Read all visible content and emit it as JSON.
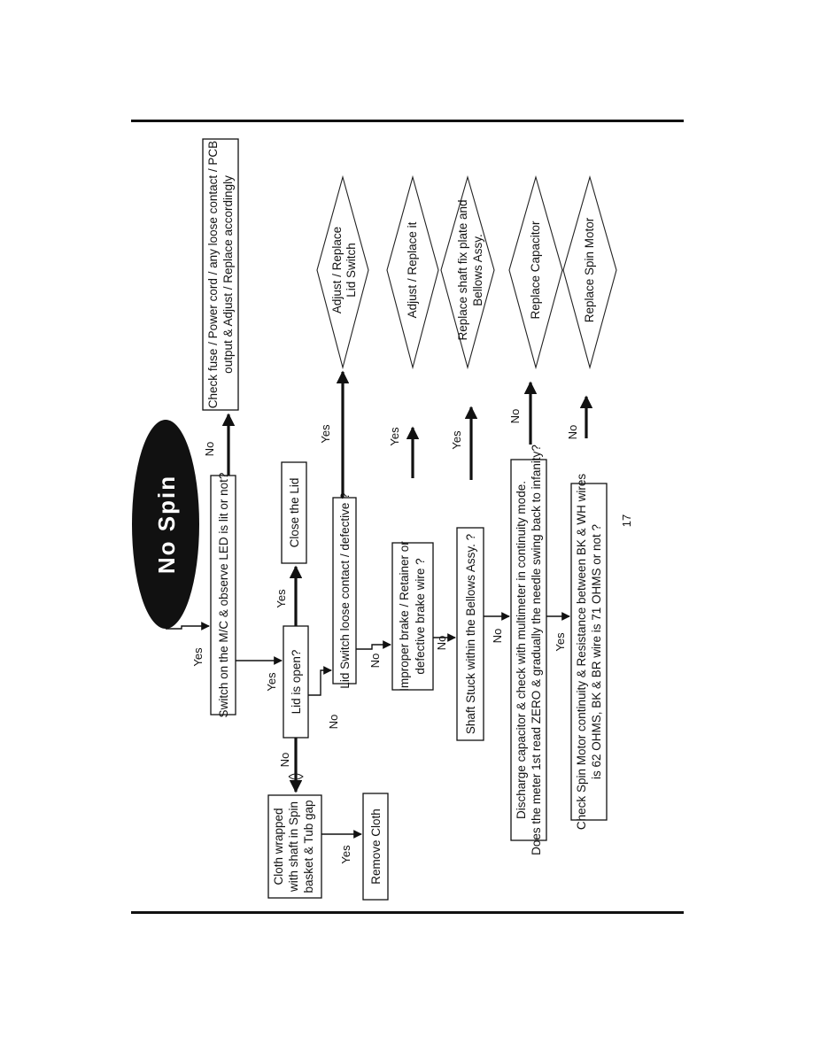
{
  "title": "No Spin",
  "page_number": "17",
  "nodes": {
    "switch_on": "Switch on the M/C & observe LED is lit or not?",
    "lid_open": "Lid is open?",
    "close_lid": "Close the Lid",
    "lid_switch": "Lid Switch loose contact / defective ?",
    "brake": [
      "Improper brake / Retainer or",
      "defective brake wire ?"
    ],
    "shaft_stuck": "Shaft Stuck within the Bellows Assy. ?",
    "capacitor": [
      "Discharge capacitor & check with multimeter in continuity mode.",
      "Does the meter 1st read ZERO & gradually the needle swing back to infanity?"
    ],
    "spin_motor_check": [
      "Check Spin Motor continuity & Resistance between BK & WH wires",
      "is 62 OHMS, BK & BR wire is 71 OHMS or not ?"
    ],
    "cloth_wrapped": [
      "Cloth wrapped",
      "with shaft in Spin",
      "basket & Tub gap"
    ],
    "remove_cloth": "Remove Cloth",
    "check_fuse": [
      "Check fuse / Power cord / any loose contact / PCB",
      "output & Adjust / Replace accordingly"
    ],
    "adjust_lid_switch": [
      "Adjust / Replace",
      "Lid Switch"
    ],
    "adjust_replace_it": "Adjust / Replace it",
    "replace_shaft": [
      "Replace shaft fix plate and",
      "Bellows Assy."
    ],
    "replace_capacitor": "Replace Capacitor",
    "replace_spin_motor": "Replace Spin Motor"
  },
  "edge_labels": {
    "yes": "Yes",
    "no": "No"
  }
}
